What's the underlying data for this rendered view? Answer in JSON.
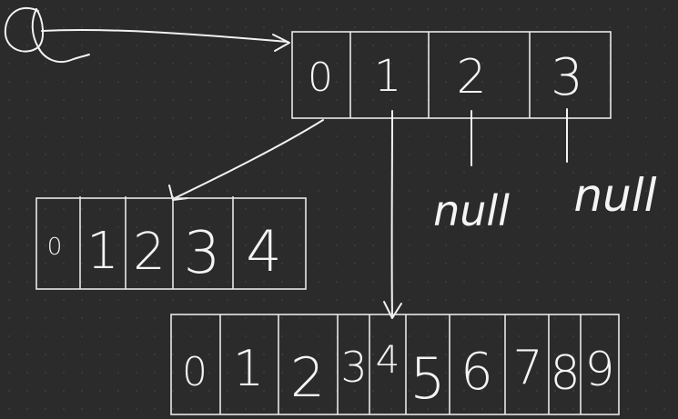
{
  "diagram": {
    "top_array": {
      "indices": [
        "0",
        "1",
        "2",
        "3"
      ],
      "null_labels": [
        "null",
        "null"
      ]
    },
    "left_array": {
      "indices": [
        "0",
        "1",
        "2",
        "3",
        "4"
      ]
    },
    "bottom_array": {
      "indices": [
        "0",
        "1",
        "2",
        "3",
        "4",
        "5",
        "6",
        "7",
        "8",
        "9"
      ]
    }
  },
  "colors": {
    "background": "#2b2b2b",
    "ink": "#f2f2f2"
  }
}
